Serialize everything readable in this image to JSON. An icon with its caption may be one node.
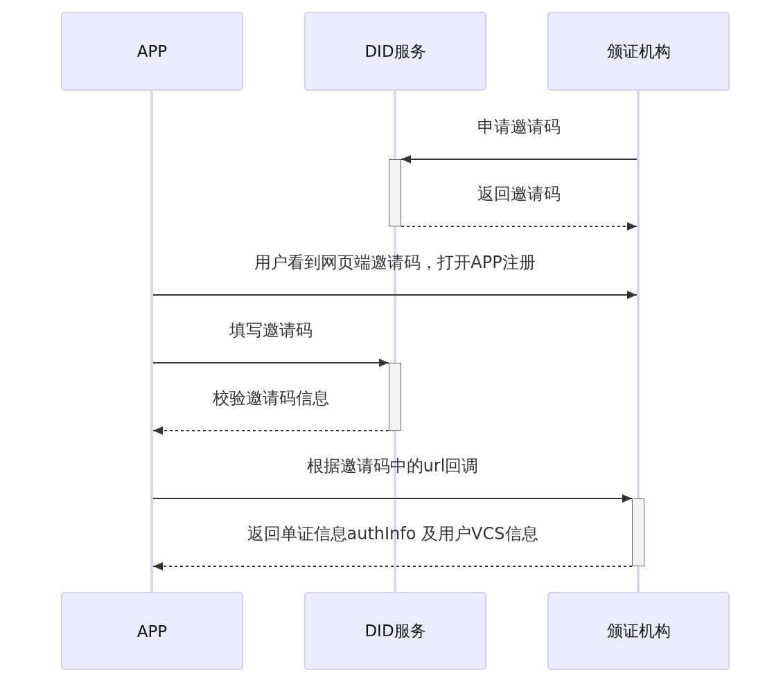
{
  "diagram": {
    "nodes": [
      {
        "text": [
          "APP"
        ]
      },
      {
        "text": [
          "DID服务"
        ]
      },
      {
        "text": [
          "颁证机构"
        ]
      },
      {
        "text": [],
        "shape": "line"
      },
      {
        "text": [],
        "shape": "line"
      },
      {
        "text": [],
        "shape": "line"
      },
      {
        "text": [],
        "shape": "bar"
      },
      {
        "text": [],
        "shape": "bar"
      },
      {
        "text": [],
        "shape": "bar"
      },
      {
        "text": [
          "APP"
        ]
      },
      {
        "text": [
          "DID服务"
        ]
      },
      {
        "text": [
          "颁证机构"
        ]
      }
    ],
    "edges": [
      {
        "from": 5,
        "to": 6,
        "arrow": "to",
        "label": "申请邀请码"
      },
      {
        "from": 6,
        "to": 5,
        "arrow": "to",
        "label": "返回邀请码",
        "style": "dashed"
      },
      {
        "from": 3,
        "to": 5,
        "arrow": "to",
        "label": "用户看到网页端邀请码，打开APP注册"
      },
      {
        "from": 3,
        "to": 7,
        "arrow": "to",
        "label": "填写邀请码"
      },
      {
        "from": 7,
        "to": 3,
        "arrow": "to",
        "label": "校验邀请码信息",
        "style": "dashed"
      },
      {
        "from": 3,
        "to": 8,
        "arrow": "to",
        "label": "根据邀请码中的url回调"
      },
      {
        "from": 8,
        "to": 3,
        "arrow": "to",
        "label": "返回单证信息authInfo 及用户VCS信息",
        "style": "dashed"
      }
    ]
  }
}
